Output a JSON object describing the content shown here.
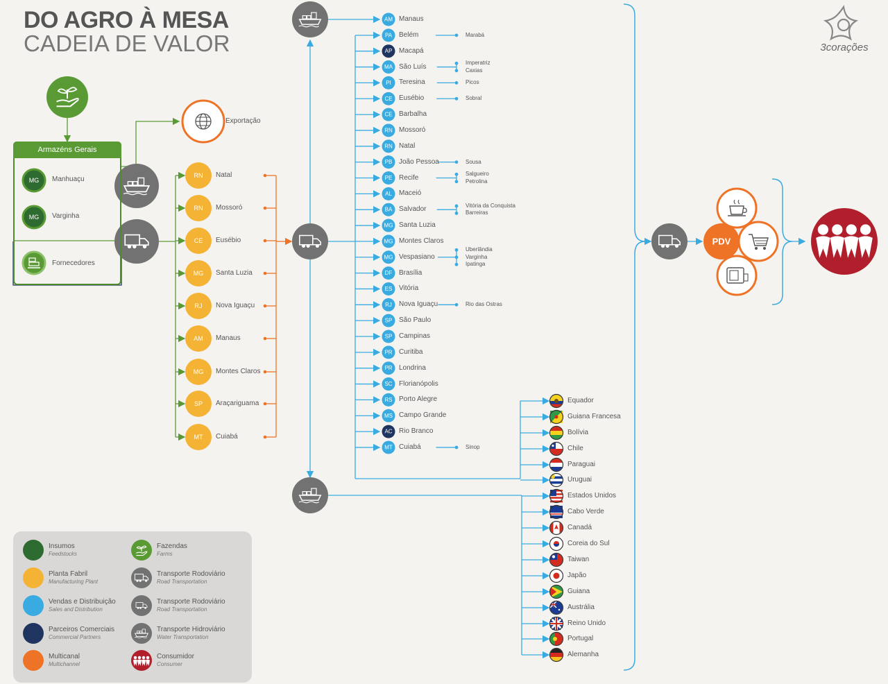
{
  "header": {
    "title_line1": "DO AGRO À MESA",
    "title_line2": "CADEIA DE VALOR",
    "brand": "3corações"
  },
  "warehouse": {
    "title": "Armazéns Gerais",
    "items": [
      {
        "badge": "MG",
        "name": "Manhuaçu"
      },
      {
        "badge": "MG",
        "name": "Varginha"
      }
    ],
    "suppliers": "Fornecedores"
  },
  "export_label": "Exportação",
  "plants": [
    {
      "badge": "RN",
      "name": "Natal"
    },
    {
      "badge": "RN",
      "name": "Mossoró"
    },
    {
      "badge": "CE",
      "name": "Eusébio"
    },
    {
      "badge": "MG",
      "name": "Santa Luzia"
    },
    {
      "badge": "RJ",
      "name": "Nova Iguaçu"
    },
    {
      "badge": "AM",
      "name": "Manaus"
    },
    {
      "badge": "MG",
      "name": "Montes Claros"
    },
    {
      "badge": "SP",
      "name": "Araçariguama"
    },
    {
      "badge": "MT",
      "name": "Cuiabá"
    }
  ],
  "distribution": [
    {
      "badge": "AM",
      "name": "Manaus",
      "dark": false,
      "sub": []
    },
    {
      "badge": "PA",
      "name": "Belém",
      "dark": false,
      "sub": [
        "Marabá"
      ]
    },
    {
      "badge": "AP",
      "name": "Macapá",
      "dark": true,
      "sub": []
    },
    {
      "badge": "MA",
      "name": "São Luís",
      "dark": false,
      "sub": [
        "Imperatriz",
        "Caxias"
      ]
    },
    {
      "badge": "PI",
      "name": "Teresina",
      "dark": false,
      "sub": [
        "Picos"
      ]
    },
    {
      "badge": "CE",
      "name": "Eusébio",
      "dark": false,
      "sub": [
        "Sobral"
      ]
    },
    {
      "badge": "CE",
      "name": "Barbalha",
      "dark": false,
      "sub": []
    },
    {
      "badge": "RN",
      "name": "Mossoró",
      "dark": false,
      "sub": []
    },
    {
      "badge": "RN",
      "name": "Natal",
      "dark": false,
      "sub": []
    },
    {
      "badge": "PB",
      "name": "João Pessoa",
      "dark": false,
      "sub": [
        "Sousa"
      ]
    },
    {
      "badge": "PE",
      "name": "Recife",
      "dark": false,
      "sub": [
        "Salgueiro",
        "Petrolina"
      ]
    },
    {
      "badge": "AL",
      "name": "Maceió",
      "dark": false,
      "sub": []
    },
    {
      "badge": "BA",
      "name": "Salvador",
      "dark": false,
      "sub": [
        "Vitória da Conquista",
        "Barreiras"
      ]
    },
    {
      "badge": "MG",
      "name": "Santa Luzia",
      "dark": false,
      "sub": []
    },
    {
      "badge": "MG",
      "name": "Montes Claros",
      "dark": false,
      "sub": []
    },
    {
      "badge": "MG",
      "name": "Vespasiano",
      "dark": false,
      "sub": [
        "Uberlândia",
        "Varginha",
        "Ipatinga"
      ]
    },
    {
      "badge": "DF",
      "name": "Brasília",
      "dark": false,
      "sub": []
    },
    {
      "badge": "ES",
      "name": "Vitória",
      "dark": false,
      "sub": []
    },
    {
      "badge": "RJ",
      "name": "Nova Iguaçu",
      "dark": false,
      "sub": [
        "Rio das Ostras"
      ]
    },
    {
      "badge": "SP",
      "name": "São Paulo",
      "dark": false,
      "sub": []
    },
    {
      "badge": "SP",
      "name": "Campinas",
      "dark": false,
      "sub": []
    },
    {
      "badge": "PR",
      "name": "Curitiba",
      "dark": false,
      "sub": []
    },
    {
      "badge": "PR",
      "name": "Londrina",
      "dark": false,
      "sub": []
    },
    {
      "badge": "SC",
      "name": "Florianópolis",
      "dark": false,
      "sub": []
    },
    {
      "badge": "RS",
      "name": "Porto Alegre",
      "dark": false,
      "sub": []
    },
    {
      "badge": "MS",
      "name": "Campo Grande",
      "dark": false,
      "sub": []
    },
    {
      "badge": "AC",
      "name": "Rio Branco",
      "dark": true,
      "sub": []
    },
    {
      "badge": "MT",
      "name": "Cuiabá",
      "dark": false,
      "sub": [
        "Sinop"
      ]
    }
  ],
  "countries_road": [
    "Equador",
    "Guiana Francesa",
    "Bolívia",
    "Chile",
    "Paraguai",
    "Uruguai"
  ],
  "countries_sea": [
    "Estados Unidos",
    "Cabo Verde",
    "Canadá",
    "Coreia do Sul",
    "Taiwan",
    "Japão",
    "Guiana",
    "Austrália",
    "Reino Unido",
    "Portugal",
    "Alemanha"
  ],
  "pdv_label": "PDV",
  "legend": [
    {
      "title": "Insumos",
      "sub": "Feedstocks",
      "color": "#2e6b30",
      "icon": ""
    },
    {
      "title": "Planta Fabril",
      "sub": "Manufacturing Plant",
      "color": "#f5b335",
      "icon": ""
    },
    {
      "title": "Vendas e Distribuição",
      "sub": "Sales and Distribution",
      "color": "#3aabe0",
      "icon": ""
    },
    {
      "title": "Parceiros Comerciais",
      "sub": "Commercial Partners",
      "color": "#1f3560",
      "icon": ""
    },
    {
      "title": "Multicanal",
      "sub": "Multichannel",
      "color": "#ee7326",
      "icon": ""
    },
    {
      "title": "Fazendas",
      "sub": "Farms",
      "color": "#5a9a35",
      "icon": "plant-hand-icon"
    },
    {
      "title": "Transporte Rodoviário",
      "sub": "Road Transportation",
      "color": "#727272",
      "icon": "truck-icon"
    },
    {
      "title": "Transporte Rodoviário",
      "sub": "Road Transportation",
      "color": "#727272",
      "icon": "small-truck-icon"
    },
    {
      "title": "Transporte Hidroviário",
      "sub": "Water Transportation",
      "color": "#727272",
      "icon": "ship-icon"
    },
    {
      "title": "Consumidor",
      "sub": "Consumer",
      "color": "#b11f2d",
      "icon": "people-icon"
    }
  ],
  "colors": {
    "green": "#5a9a35",
    "darkgreen": "#2e6b30",
    "orange": "#ee7326",
    "yellow": "#f5b335",
    "blue": "#3aabe0",
    "navy": "#1f3560",
    "gray": "#727272",
    "red": "#b11f2d"
  }
}
